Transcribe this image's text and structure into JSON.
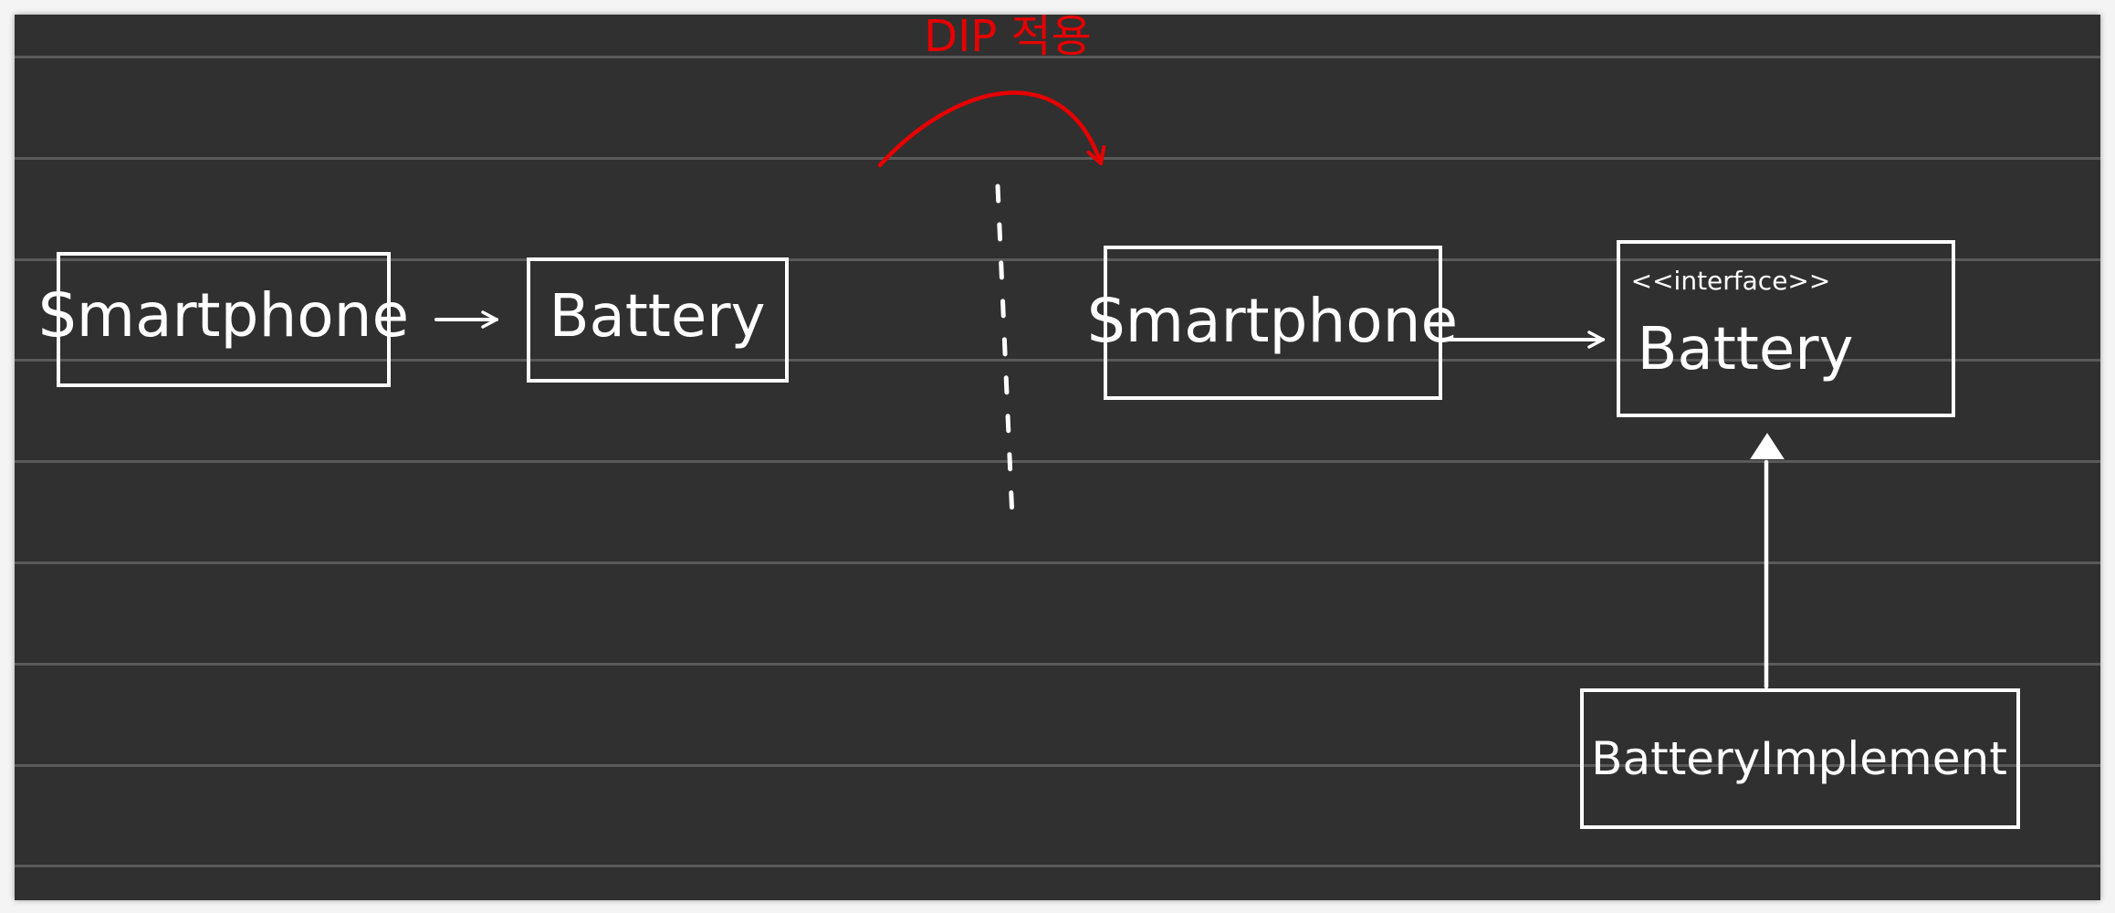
{
  "annotation": {
    "label": "DIP 적용",
    "color": "#e60000"
  },
  "before": {
    "smartphone": "Smartphone",
    "battery": "Battery"
  },
  "after": {
    "smartphone": "Smartphone",
    "battery_stereotype": "<<interface>>",
    "battery": "Battery",
    "implementation": "BatteryImplement"
  },
  "colors": {
    "board": "#303030",
    "rule": "#5a5a5a",
    "ink": "#ffffff",
    "accent": "#e60000"
  }
}
